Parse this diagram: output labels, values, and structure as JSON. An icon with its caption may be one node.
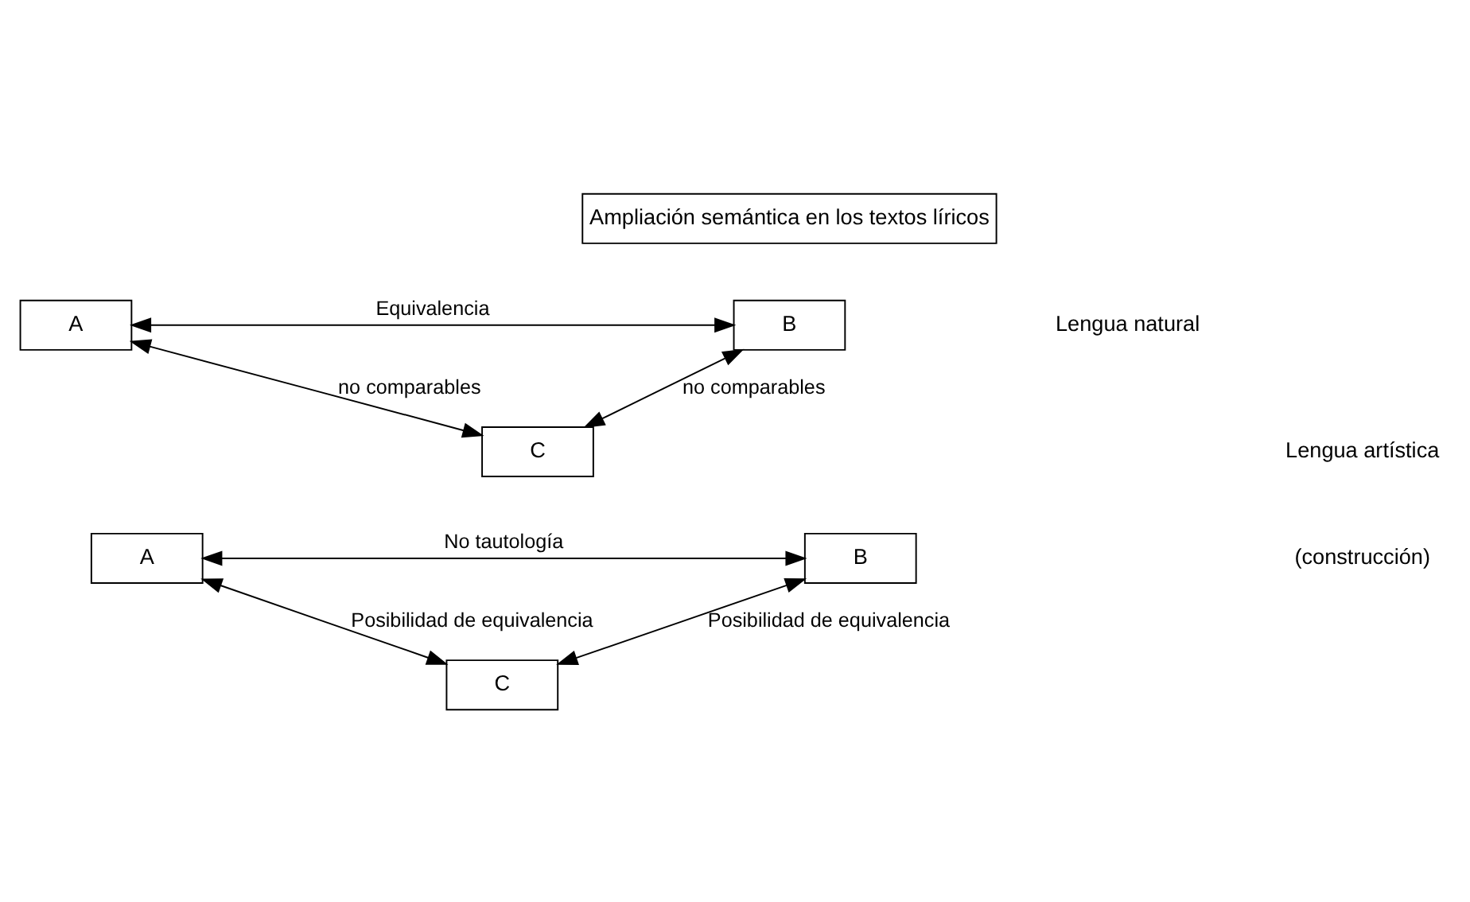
{
  "diagram": {
    "nodes": [
      {
        "text": [
          "Ampliación semántica en los textos líricos"
        ]
      },
      {
        "text": [
          "A"
        ]
      },
      {
        "text": [
          "B"
        ]
      },
      {
        "text": [
          "C"
        ]
      },
      {
        "text": [
          "A"
        ]
      },
      {
        "text": [
          "B"
        ]
      },
      {
        "text": [
          "C"
        ]
      }
    ],
    "edges": [
      {
        "from": 1,
        "to": 2,
        "arrow": "both",
        "label": "Equivalencia"
      },
      {
        "from": 1,
        "to": 3,
        "arrow": "both",
        "label": "no comparables"
      },
      {
        "from": 2,
        "to": 3,
        "arrow": "both",
        "label": "no comparables"
      },
      {
        "from": 4,
        "to": 5,
        "arrow": "both",
        "label": "No tautología"
      },
      {
        "from": 4,
        "to": 6,
        "arrow": "both",
        "label": "Posibilidad de equivalencia"
      },
      {
        "from": 5,
        "to": 6,
        "arrow": "both",
        "label": "Posibilidad de equivalencia"
      }
    ],
    "labels": [
      "Lengua natural",
      "Lengua artística",
      "(construcción)"
    ]
  }
}
